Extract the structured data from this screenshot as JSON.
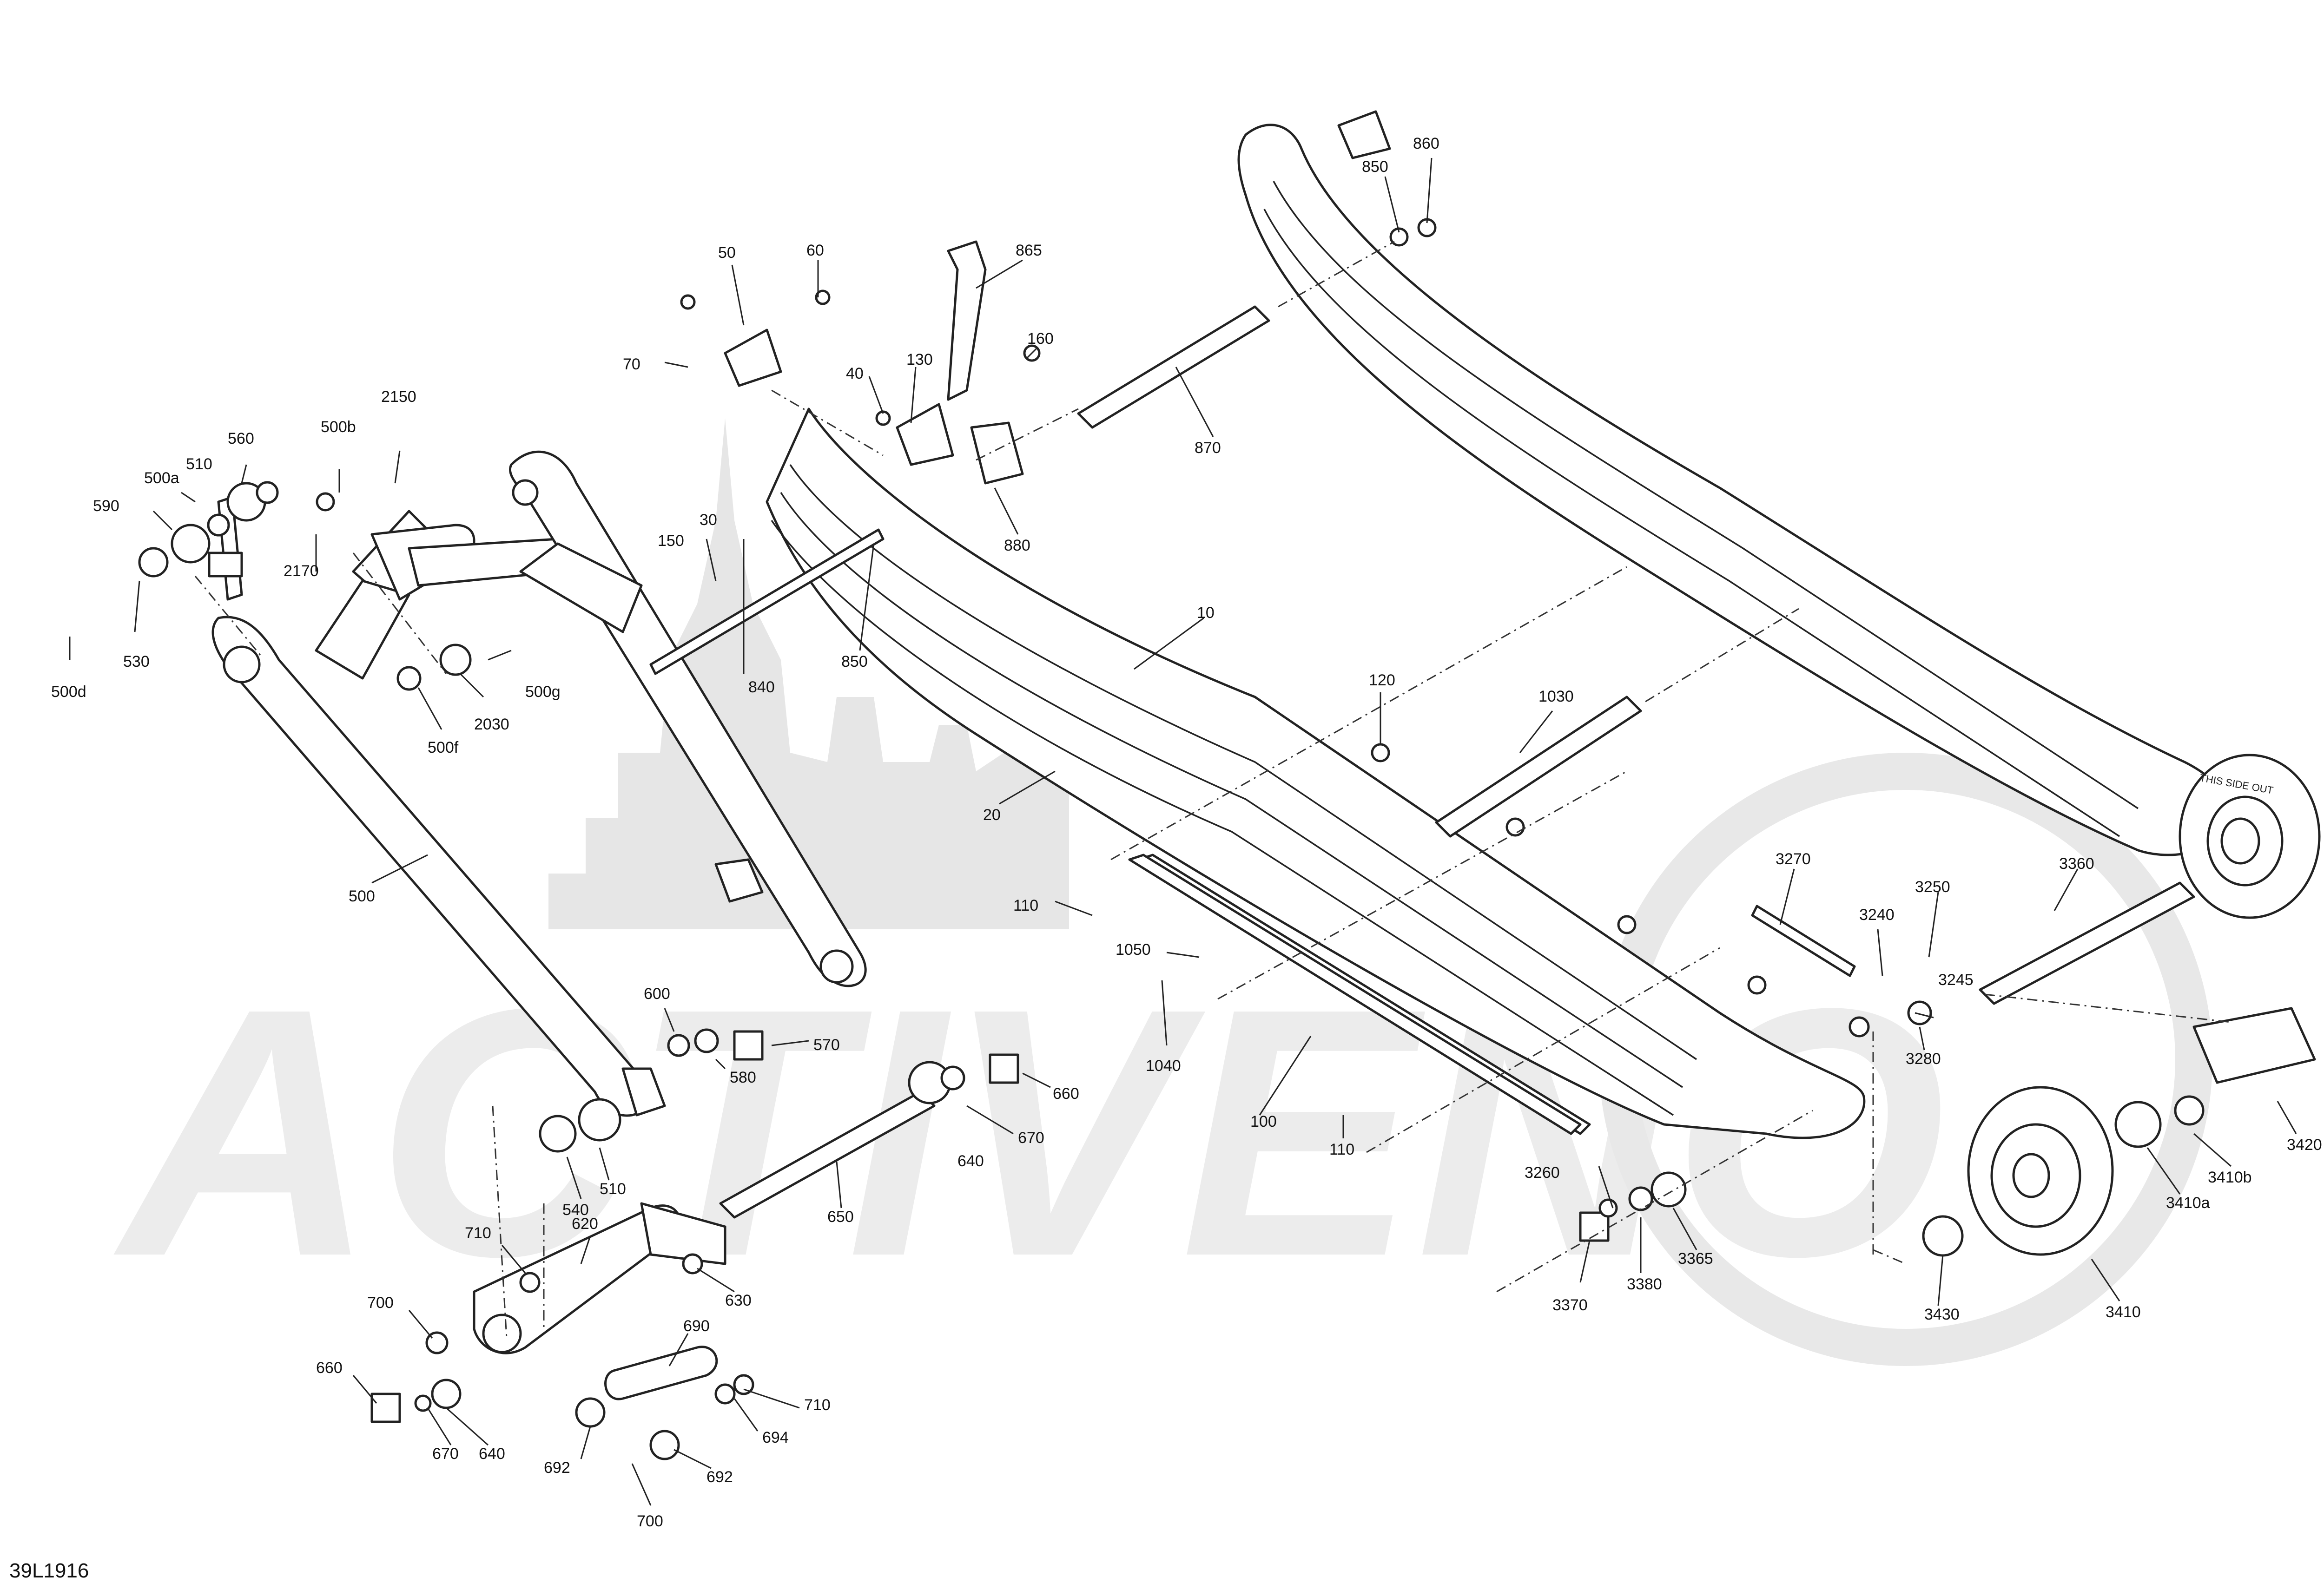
{
  "diagram_ref": "39L1916",
  "wheel_marking": "THIS SIDE OUT",
  "watermark": "ACTIVENO",
  "callouts": [
    {
      "id": "c50",
      "text": "50"
    },
    {
      "id": "c60",
      "text": "60"
    },
    {
      "id": "c70",
      "text": "70"
    },
    {
      "id": "c40",
      "text": "40"
    },
    {
      "id": "c130",
      "text": "130"
    },
    {
      "id": "c865",
      "text": "865"
    },
    {
      "id": "c160",
      "text": "160"
    },
    {
      "id": "c850t",
      "text": "850"
    },
    {
      "id": "c860",
      "text": "860"
    },
    {
      "id": "c870",
      "text": "870"
    },
    {
      "id": "c880",
      "text": "880"
    },
    {
      "id": "c2150",
      "text": "2150"
    },
    {
      "id": "c500b",
      "text": "500b"
    },
    {
      "id": "c560",
      "text": "560"
    },
    {
      "id": "c510a",
      "text": "510"
    },
    {
      "id": "c500a",
      "text": "500a"
    },
    {
      "id": "c590",
      "text": "590"
    },
    {
      "id": "c2170",
      "text": "2170"
    },
    {
      "id": "c150",
      "text": "150"
    },
    {
      "id": "c30",
      "text": "30"
    },
    {
      "id": "c500d",
      "text": "500d"
    },
    {
      "id": "c530",
      "text": "530"
    },
    {
      "id": "c500g",
      "text": "500g"
    },
    {
      "id": "c2030",
      "text": "2030"
    },
    {
      "id": "c500f",
      "text": "500f"
    },
    {
      "id": "c840",
      "text": "840"
    },
    {
      "id": "c850",
      "text": "850"
    },
    {
      "id": "c10",
      "text": "10"
    },
    {
      "id": "c120",
      "text": "120"
    },
    {
      "id": "c1030",
      "text": "1030"
    },
    {
      "id": "c20",
      "text": "20"
    },
    {
      "id": "c500",
      "text": "500"
    },
    {
      "id": "c3270",
      "text": "3270"
    },
    {
      "id": "c3250",
      "text": "3250"
    },
    {
      "id": "c3360",
      "text": "3360"
    },
    {
      "id": "c3240",
      "text": "3240"
    },
    {
      "id": "c110a",
      "text": "110"
    },
    {
      "id": "c1050",
      "text": "1050"
    },
    {
      "id": "c3245",
      "text": "3245"
    },
    {
      "id": "c1040",
      "text": "1040"
    },
    {
      "id": "c3280",
      "text": "3280"
    },
    {
      "id": "c600",
      "text": "600"
    },
    {
      "id": "c570",
      "text": "570"
    },
    {
      "id": "c580",
      "text": "580"
    },
    {
      "id": "c660a",
      "text": "660"
    },
    {
      "id": "c100",
      "text": "100"
    },
    {
      "id": "c110b",
      "text": "110"
    },
    {
      "id": "c3420",
      "text": "3420"
    },
    {
      "id": "c3410b",
      "text": "3410b"
    },
    {
      "id": "c670a",
      "text": "670"
    },
    {
      "id": "c640a",
      "text": "640"
    },
    {
      "id": "c510",
      "text": "510"
    },
    {
      "id": "c540",
      "text": "540"
    },
    {
      "id": "c3260",
      "text": "3260"
    },
    {
      "id": "c3410a",
      "text": "3410a"
    },
    {
      "id": "c650",
      "text": "650"
    },
    {
      "id": "c3365",
      "text": "3365"
    },
    {
      "id": "c710a",
      "text": "710"
    },
    {
      "id": "c620",
      "text": "620"
    },
    {
      "id": "c630",
      "text": "630"
    },
    {
      "id": "c3380",
      "text": "3380"
    },
    {
      "id": "c3370",
      "text": "3370"
    },
    {
      "id": "c3430",
      "text": "3430"
    },
    {
      "id": "c3410",
      "text": "3410"
    },
    {
      "id": "c700a",
      "text": "700"
    },
    {
      "id": "c690",
      "text": "690"
    },
    {
      "id": "c660b",
      "text": "660"
    },
    {
      "id": "c710b",
      "text": "710"
    },
    {
      "id": "c694",
      "text": "694"
    },
    {
      "id": "c670b",
      "text": "670"
    },
    {
      "id": "c640b",
      "text": "640"
    },
    {
      "id": "c692a",
      "text": "692"
    },
    {
      "id": "c692b",
      "text": "692"
    },
    {
      "id": "c700b",
      "text": "700"
    }
  ]
}
